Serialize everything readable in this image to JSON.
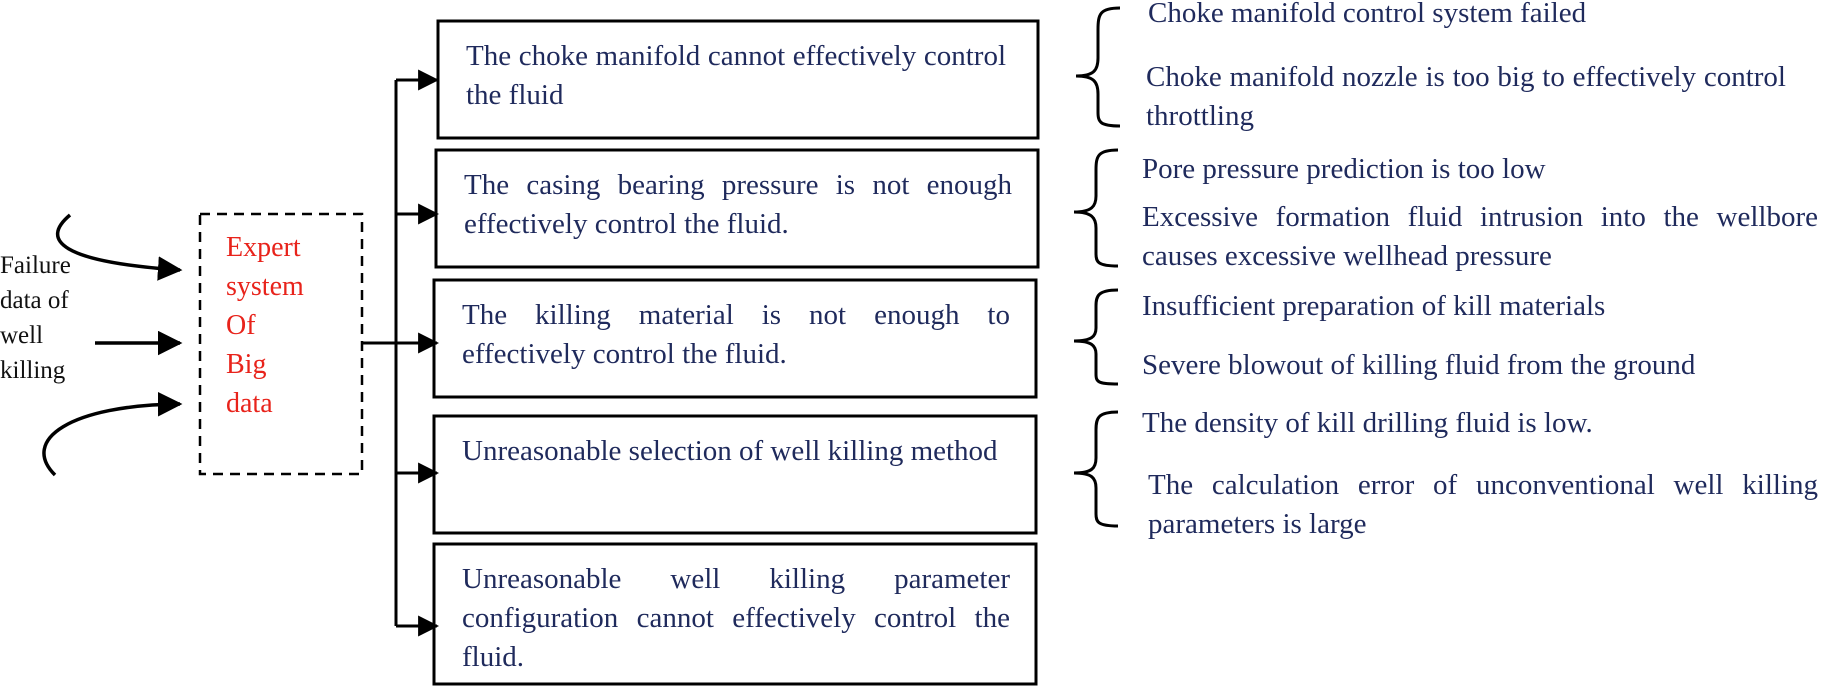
{
  "input_label": "Failure data of well killing",
  "expert_system": [
    "Expert",
    "system",
    "Of",
    "Big",
    "data"
  ],
  "failures": [
    {
      "text": "The choke manifold cannot effectively control the fluid",
      "causes": [
        "Choke manifold control system failed",
        "Choke manifold nozzle is too big to effectively control throttling"
      ]
    },
    {
      "text": "The casing bearing pressure is not enough effectively control the fluid.",
      "causes": [
        "Pore pressure prediction is too low",
        "Excessive formation fluid intrusion into the wellbore causes excessive wellhead pressure"
      ]
    },
    {
      "text": "The killing material is not enough to effectively control the fluid.",
      "causes": [
        "Insufficient preparation of kill materials",
        "Severe blowout of killing fluid from the ground"
      ]
    },
    {
      "text": "Unreasonable selection of well killing method",
      "causes": [
        "The density of kill drilling fluid is low.",
        "The calculation error of unconventional well killing parameters is large"
      ]
    },
    {
      "text": "Unreasonable well killing parameter configuration cannot effectively control the fluid.",
      "causes": []
    }
  ],
  "colors": {
    "line": "#000000",
    "box_text": "#1f2a5c",
    "expert_text": "#e8231b"
  }
}
